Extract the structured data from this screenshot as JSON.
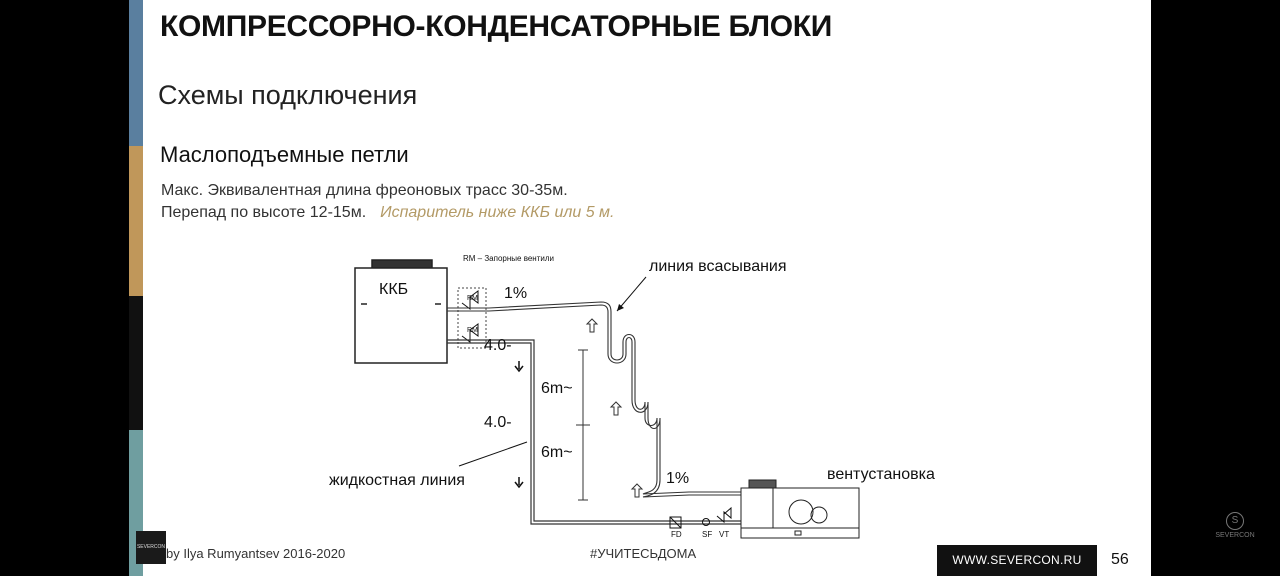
{
  "title": "КОМПРЕССОРНО-КОНДЕНСАТОРНЫЕ БЛОКИ",
  "subtitle": "Схемы подключения",
  "section": "Маслоподъемные петли",
  "desc_line1": "Макс. Эквивалентная длина фреоновых трасс 30-35м.",
  "desc_line2": "Перепад по высоте 12-15м.",
  "desc_hint": "Испаритель ниже ККБ  или 5 м.",
  "diagram": {
    "kkb_label": "ККБ",
    "rm_legend": "RM –  Запорные вентили",
    "rm1": "RM",
    "rm2": "RM",
    "suction_line": "линия всасывания",
    "liquid_line": "жидкостная линия",
    "ventilation": "вентустановка",
    "slope_top": "1%",
    "slope_bottom": "1%",
    "slope_liquid_1": "4.0-",
    "slope_liquid_2": "4.0-",
    "height_1": "6m~",
    "height_2": "6m~",
    "fd": "FD",
    "sf": "SF",
    "vt": "VT"
  },
  "footer": {
    "author": "by  Ilya Rumyantsev   2016-2020",
    "hashtag": "#УЧИТЕСЬДОМА",
    "site": "WWW.SEVERCON.RU",
    "page": "56",
    "logo_text": "SEVERCON"
  },
  "colors": {
    "stripe_blue": "#5a7f9f",
    "stripe_gold": "#c0975a",
    "stripe_dark": "#111111",
    "stripe_teal": "#6f9ea0",
    "hint": "#b39a66"
  }
}
